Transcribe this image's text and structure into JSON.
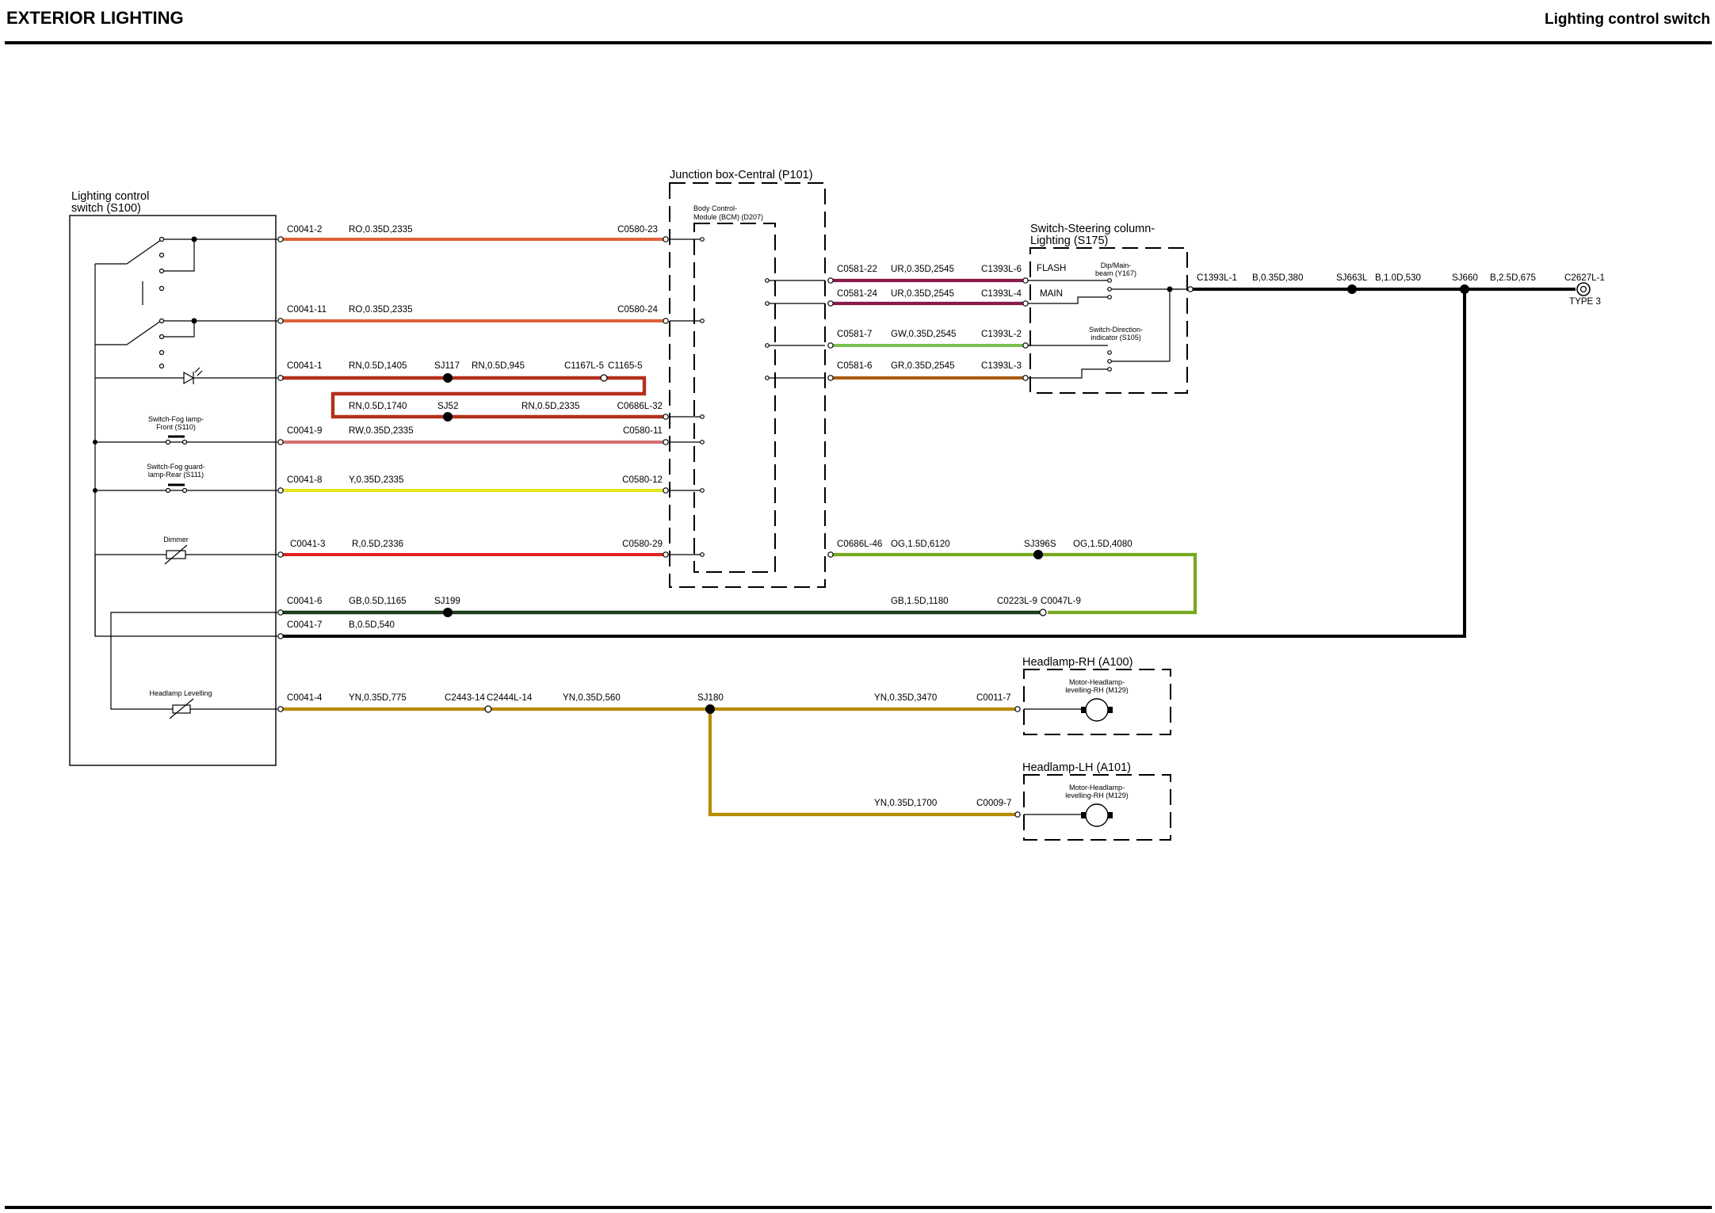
{
  "header": {
    "left_title": "EXTERIOR LIGHTING",
    "right_title": "Lighting control switch"
  },
  "colors": {
    "RO": "#e0603a",
    "RN": "#b5301c",
    "RW": "#d47070",
    "Y": "#e6e21c",
    "R": "#e02020",
    "GB": "#1a3d1a",
    "B": "#000000",
    "YN": "#b88a00",
    "UR": "#8a1a4a",
    "GW": "#78c050",
    "GR": "#a85a10",
    "OG": "#78a820"
  },
  "components": {
    "lighting_switch": {
      "name_line1": "Lighting control",
      "name_line2": "switch (S100)"
    },
    "fog_front": {
      "line1": "Switch-Fog lamp-",
      "line2": "Front (S110)"
    },
    "fog_rear": {
      "line1": "Switch-Fog guard-",
      "line2": "lamp-Rear (S111)"
    },
    "dimmer": "Dimmer",
    "headlamp_levelling": "Headlamp Levelling",
    "junction_box": "Junction box-Central (P101)",
    "bcm": {
      "line1": "Body Control-",
      "line2": "Module (BCM) (D207)"
    },
    "steering_switch": {
      "line1": "Switch-Steering column-",
      "line2": "Lighting (S175)"
    },
    "flash": "FLASH",
    "main": "MAIN",
    "dip_main": {
      "line1": "Dip/Main-",
      "line2": "beam (Y167)"
    },
    "direction_indicator": {
      "line1": "Switch-Direction-",
      "line2": "indicator (S105)"
    },
    "headlamp_rh": "Headlamp-RH (A100)",
    "headlamp_lh": "Headlamp-LH (A101)",
    "motor_rh": {
      "line1": "Motor-Headlamp-",
      "line2": "levelling-RH (M129)"
    },
    "motor_lh": {
      "line1": "Motor-Headlamp-",
      "line2": "levelling-RH (M129)"
    },
    "type3": "TYPE 3"
  },
  "labels": {
    "c0041_2": "C0041-2",
    "ro1": "RO,0.35D,2335",
    "c0580_23": "C0580-23",
    "c0041_11": "C0041-11",
    "ro2": "RO,0.35D,2335",
    "c0580_24": "C0580-24",
    "c0041_1": "C0041-1",
    "rn1": "RN,0.5D,1405",
    "sj117": "SJ117",
    "rn2": "RN,0.5D,945",
    "c1167l_5": "C1167L-5",
    "c1165_5": "C1165-5",
    "rn3": "RN,0.5D,1740",
    "sj52": "SJ52",
    "rn4": "RN,0.5D,2335",
    "c0686l_32": "C0686L-32",
    "c0041_9": "C0041-9",
    "rw": "RW,0.35D,2335",
    "c0580_11": "C0580-11",
    "c0041_8": "C0041-8",
    "y": "Y,0.35D,2335",
    "c0580_12": "C0580-12",
    "c0041_3": "C0041-3",
    "r": "R,0.5D,2336",
    "c0580_29": "C0580-29",
    "c0041_6": "C0041-6",
    "gb1": "GB,0.5D,1165",
    "sj199": "SJ199",
    "gb2": "GB,1.5D,1180",
    "c0223l_9": "C0223L-9",
    "c0047l_9": "C0047L-9",
    "c0041_7": "C0041-7",
    "b1": "B,0.5D,540",
    "c0041_4": "C0041-4",
    "yn1": "YN,0.35D,775",
    "c2443_14": "C2443-14",
    "c2444l_14": "C2444L-14",
    "yn2": "YN,0.35D,560",
    "sj180": "SJ180",
    "yn3": "YN,0.35D,3470",
    "c0011_7": "C0011-7",
    "yn4": "YN,0.35D,1700",
    "c0009_7": "C0009-7",
    "c0581_22": "C0581-22",
    "ur1": "UR,0.35D,2545",
    "c1393l_6": "C1393L-6",
    "c0581_24": "C0581-24",
    "ur2": "UR,0.35D,2545",
    "c1393l_4": "C1393L-4",
    "c0581_7": "C0581-7",
    "gw": "GW,0.35D,2545",
    "c1393l_2": "C1393L-2",
    "c0581_6": "C0581-6",
    "gr": "GR,0.35D,2545",
    "c1393l_3": "C1393L-3",
    "c0686l_46": "C0686L-46",
    "og1": "OG,1.5D,6120",
    "sj396s": "SJ396S",
    "og2": "OG,1.5D,4080",
    "c1393l_1": "C1393L-1",
    "b2": "B,0.35D,380",
    "sj663l": "SJ663L",
    "b3": "B,1.0D,530",
    "sj660": "SJ660",
    "b4": "B,2.5D,675",
    "c2627l_1": "C2627L-1"
  }
}
